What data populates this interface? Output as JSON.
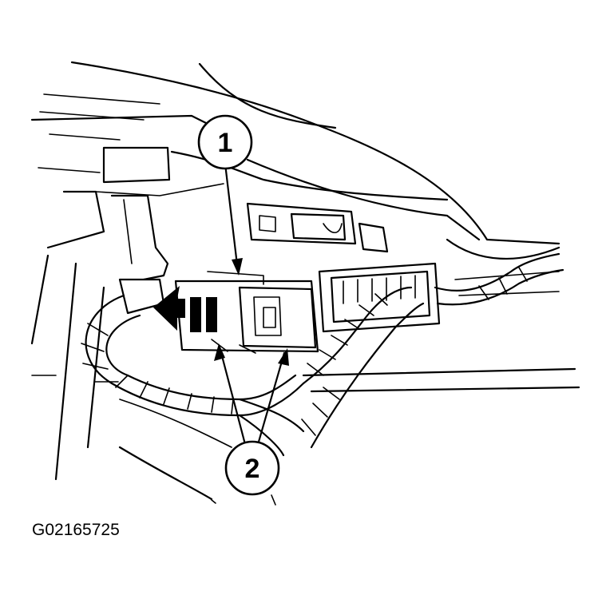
{
  "callouts": [
    {
      "id": "1",
      "label": "1"
    },
    {
      "id": "2",
      "label": "2"
    }
  ],
  "figure_id": "G02165725",
  "colors": {
    "line": "#000000",
    "background": "#ffffff"
  }
}
